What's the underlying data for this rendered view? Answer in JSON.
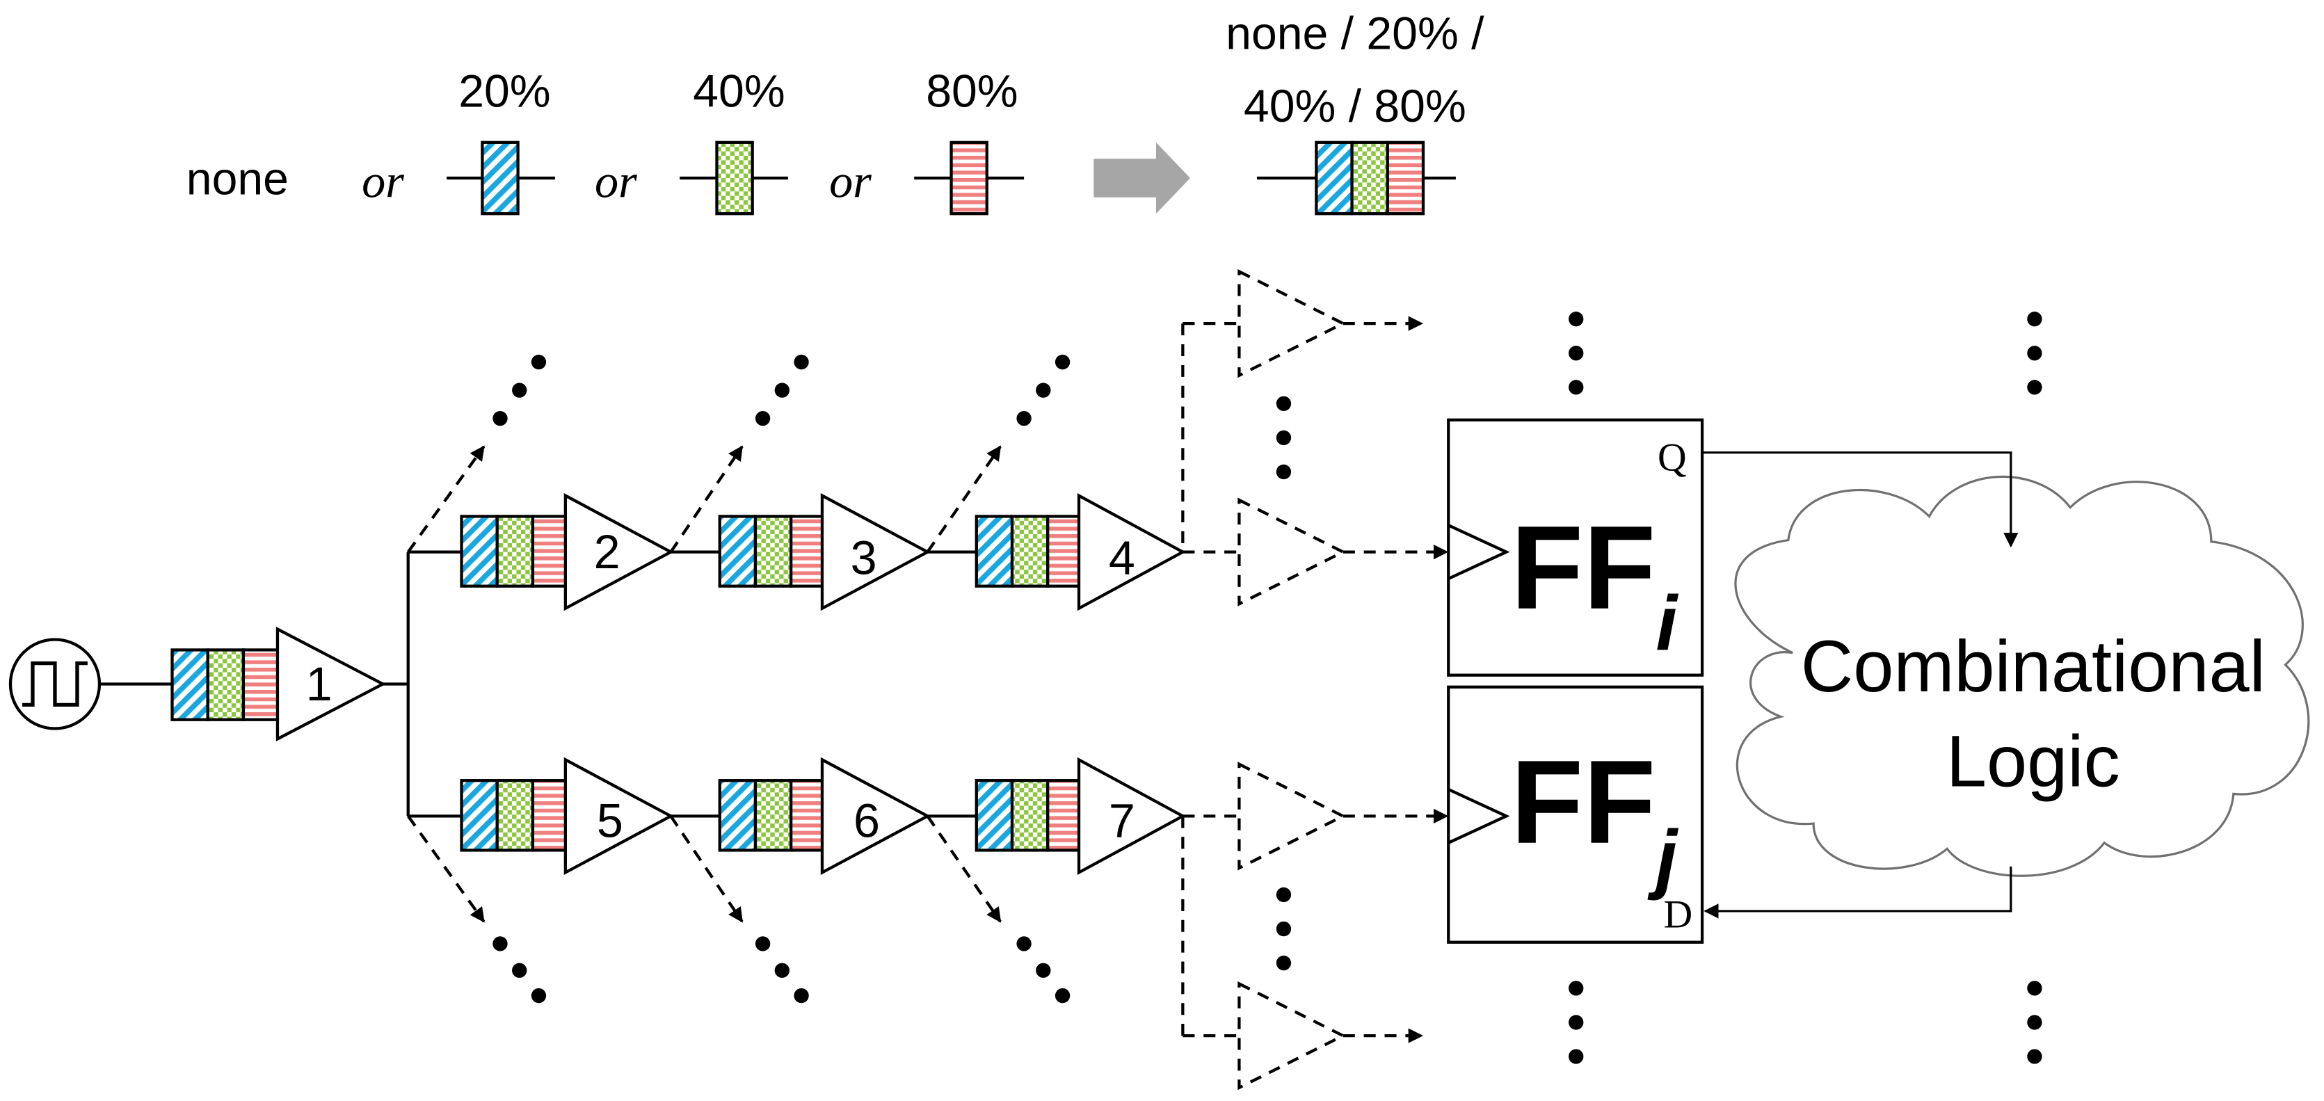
{
  "legend": {
    "option_none": "none",
    "or_label": "or",
    "opt_20": "20%",
    "opt_40": "40%",
    "opt_80": "80%",
    "combined_line1": "none / 20% /",
    "combined_line2": "40% / 80%"
  },
  "buffers": {
    "b1": "1",
    "b2": "2",
    "b3": "3",
    "b4": "4",
    "b5": "5",
    "b6": "6",
    "b7": "7"
  },
  "flipflops": {
    "ff_i": {
      "main": "FF",
      "sub": "i",
      "pin": "Q"
    },
    "ff_j": {
      "main": "FF",
      "sub": "j",
      "pin": "D"
    }
  },
  "logic": {
    "line1": "Combinational",
    "line2": "Logic"
  },
  "colors": {
    "blue": "#1aa7e0",
    "green": "#8cc63f",
    "red": "#f07f7f",
    "arrow": "#a6a6a6"
  }
}
